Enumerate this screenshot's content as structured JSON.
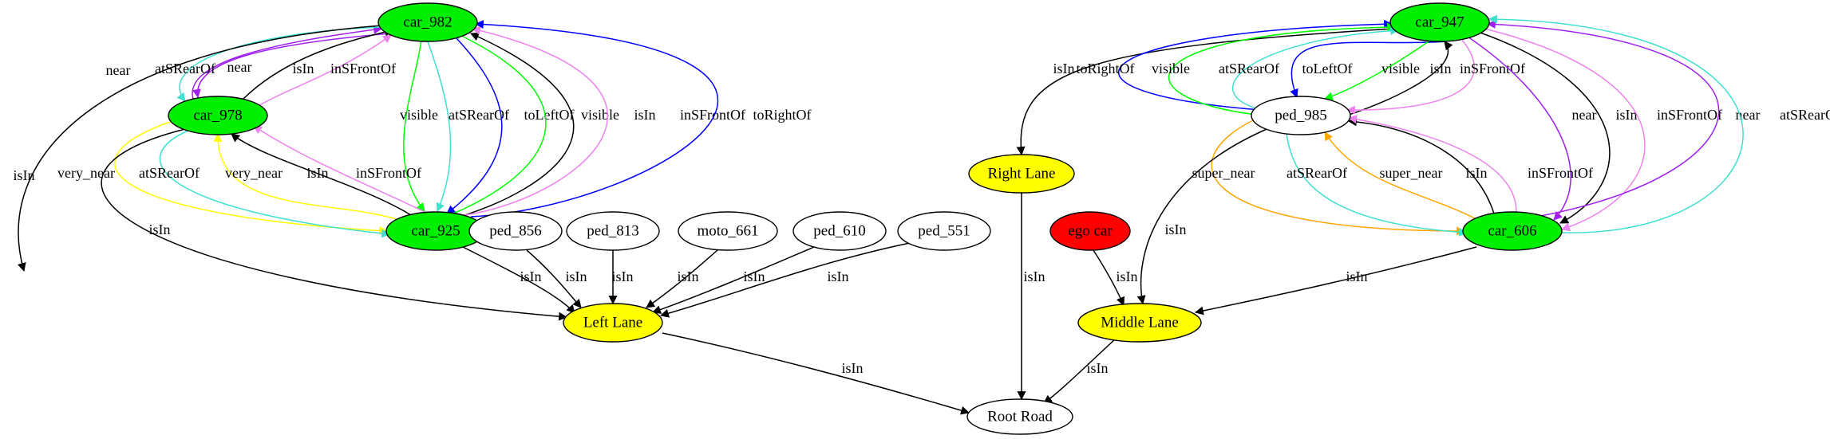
{
  "colors": {
    "green": "#00ee00",
    "yellow": "#ffff00",
    "red": "#ff0000",
    "white": "#ffffff",
    "purple": "#a020f0",
    "turquoise": "#40e0d0",
    "violet": "#ee82ee",
    "blue": "#0000ff",
    "lime": "#00ff00",
    "black": "#000000",
    "gold": "#ffff00",
    "orange": "#ffa500"
  },
  "nodes": [
    {
      "id": "car_982",
      "label": "car_982",
      "fill": "green"
    },
    {
      "id": "car_978",
      "label": "car_978",
      "fill": "green"
    },
    {
      "id": "car_925",
      "label": "car_925",
      "fill": "green"
    },
    {
      "id": "ped_856",
      "label": "ped_856",
      "fill": "white"
    },
    {
      "id": "ped_813",
      "label": "ped_813",
      "fill": "white"
    },
    {
      "id": "moto_661",
      "label": "moto_661",
      "fill": "white"
    },
    {
      "id": "ped_610",
      "label": "ped_610",
      "fill": "white"
    },
    {
      "id": "ped_551",
      "label": "ped_551",
      "fill": "white"
    },
    {
      "id": "left_lane",
      "label": "Left Lane",
      "fill": "yellow"
    },
    {
      "id": "root_road",
      "label": "Root Road",
      "fill": "white"
    },
    {
      "id": "right_lane",
      "label": "Right Lane",
      "fill": "yellow"
    },
    {
      "id": "ego_car",
      "label": "ego car",
      "fill": "red"
    },
    {
      "id": "middle_lane",
      "label": "Middle Lane",
      "fill": "yellow"
    },
    {
      "id": "car_947",
      "label": "car_947",
      "fill": "green"
    },
    {
      "id": "ped_985",
      "label": "ped_985",
      "fill": "white"
    },
    {
      "id": "car_606",
      "label": "car_606",
      "fill": "green"
    }
  ],
  "edges": [
    {
      "from": "car_978",
      "to": "car_982",
      "label": "near",
      "color": "purple"
    },
    {
      "from": "car_982",
      "to": "car_978",
      "label": "near",
      "color": "purple"
    },
    {
      "from": "car_982",
      "to": "car_978",
      "label": "atSRearOf",
      "color": "turquoise"
    },
    {
      "from": "car_978",
      "to": "car_982",
      "label": "isIn",
      "color": "black"
    },
    {
      "from": "car_978",
      "to": "car_982",
      "label": "inSFrontOf",
      "color": "violet"
    },
    {
      "from": "car_982",
      "to": "left_lane",
      "label": "isIn",
      "color": "black"
    },
    {
      "from": "car_982",
      "to": "car_925",
      "label": "visible",
      "color": "lime"
    },
    {
      "from": "car_982",
      "to": "car_925",
      "label": "atSRearOf",
      "color": "turquoise"
    },
    {
      "from": "car_982",
      "to": "car_925",
      "label": "toLeftOf",
      "color": "blue"
    },
    {
      "from": "car_925",
      "to": "car_982",
      "label": "visible",
      "color": "lime"
    },
    {
      "from": "car_925",
      "to": "car_982",
      "label": "isIn",
      "color": "black"
    },
    {
      "from": "car_925",
      "to": "car_982",
      "label": "inSFrontOf",
      "color": "violet"
    },
    {
      "from": "car_925",
      "to": "car_982",
      "label": "toRightOf",
      "color": "blue"
    },
    {
      "from": "car_978",
      "to": "car_925",
      "label": "very_near",
      "color": "gold"
    },
    {
      "from": "car_978",
      "to": "car_925",
      "label": "atSRearOf",
      "color": "turquoise"
    },
    {
      "from": "car_925",
      "to": "car_978",
      "label": "very_near",
      "color": "gold"
    },
    {
      "from": "car_925",
      "to": "car_978",
      "label": "isIn",
      "color": "black"
    },
    {
      "from": "car_925",
      "to": "car_978",
      "label": "inSFrontOf",
      "color": "violet"
    },
    {
      "from": "car_978",
      "to": "left_lane",
      "label": "isIn",
      "color": "black"
    },
    {
      "from": "car_925",
      "to": "left_lane",
      "label": "isIn",
      "color": "black"
    },
    {
      "from": "ped_856",
      "to": "left_lane",
      "label": "isIn",
      "color": "black"
    },
    {
      "from": "ped_813",
      "to": "left_lane",
      "label": "isIn",
      "color": "black"
    },
    {
      "from": "moto_661",
      "to": "left_lane",
      "label": "isIn",
      "color": "black"
    },
    {
      "from": "ped_610",
      "to": "left_lane",
      "label": "isIn",
      "color": "black"
    },
    {
      "from": "ped_551",
      "to": "left_lane",
      "label": "isIn",
      "color": "black"
    },
    {
      "from": "left_lane",
      "to": "root_road",
      "label": "isIn",
      "color": "black"
    },
    {
      "from": "right_lane",
      "to": "root_road",
      "label": "isIn",
      "color": "black"
    },
    {
      "from": "middle_lane",
      "to": "root_road",
      "label": "isIn",
      "color": "black"
    },
    {
      "from": "ego_car",
      "to": "middle_lane",
      "label": "isIn",
      "color": "black"
    },
    {
      "from": "car_947",
      "to": "right_lane",
      "label": "isIn",
      "color": "black"
    },
    {
      "from": "ped_985",
      "to": "car_947",
      "label": "toRightOf",
      "color": "blue"
    },
    {
      "from": "ped_985",
      "to": "car_947",
      "label": "visible",
      "color": "lime"
    },
    {
      "from": "ped_985",
      "to": "car_947",
      "label": "atSRearOf",
      "color": "turquoise"
    },
    {
      "from": "car_947",
      "to": "ped_985",
      "label": "toLeftOf",
      "color": "blue"
    },
    {
      "from": "car_947",
      "to": "ped_985",
      "label": "visible",
      "color": "lime"
    },
    {
      "from": "ped_985",
      "to": "car_947",
      "label": "isIn",
      "color": "black"
    },
    {
      "from": "car_947",
      "to": "ped_985",
      "label": "inSFrontOf",
      "color": "violet"
    },
    {
      "from": "car_947",
      "to": "car_606",
      "label": "near",
      "color": "purple"
    },
    {
      "from": "car_947",
      "to": "car_606",
      "label": "isIn",
      "color": "black"
    },
    {
      "from": "car_947",
      "to": "car_606",
      "label": "inSFrontOf",
      "color": "violet"
    },
    {
      "from": "car_606",
      "to": "car_947",
      "label": "near",
      "color": "purple"
    },
    {
      "from": "car_606",
      "to": "car_947",
      "label": "atSRearOf",
      "color": "turquoise"
    },
    {
      "from": "ped_985",
      "to": "car_606",
      "label": "super_near",
      "color": "orange"
    },
    {
      "from": "ped_985",
      "to": "car_606",
      "label": "atSRearOf",
      "color": "turquoise"
    },
    {
      "from": "car_606",
      "to": "ped_985",
      "label": "super_near",
      "color": "orange"
    },
    {
      "from": "car_606",
      "to": "ped_985",
      "label": "isIn",
      "color": "black"
    },
    {
      "from": "car_606",
      "to": "ped_985",
      "label": "inSFrontOf",
      "color": "violet"
    },
    {
      "from": "ped_985",
      "to": "middle_lane",
      "label": "isIn",
      "color": "black"
    },
    {
      "from": "car_606",
      "to": "middle_lane",
      "label": "isIn",
      "color": "black"
    }
  ]
}
